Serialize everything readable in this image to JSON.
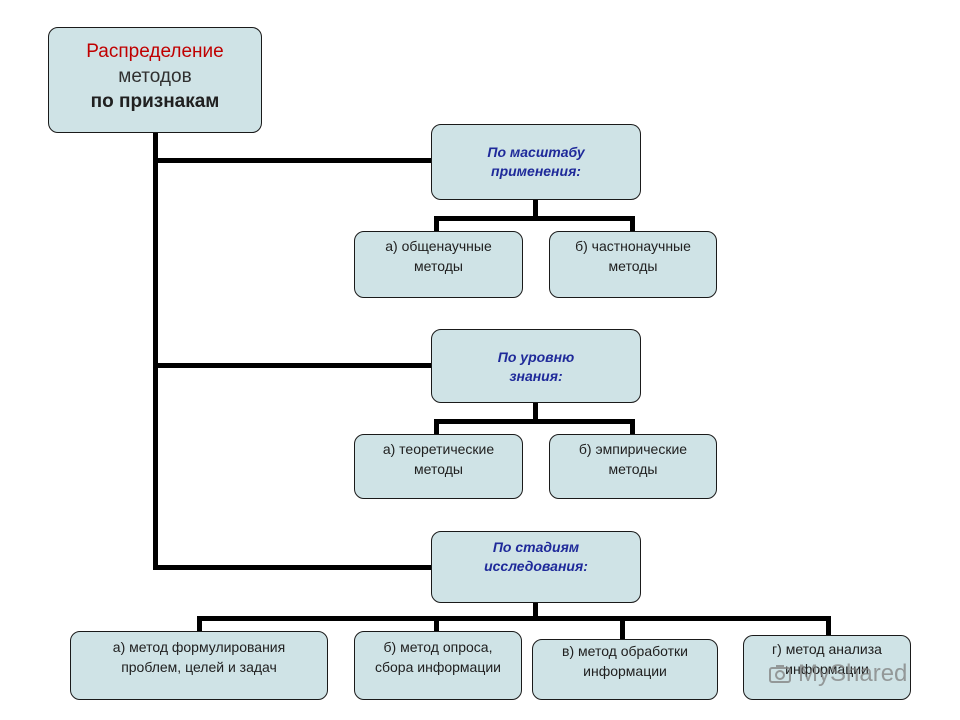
{
  "root": {
    "line1": "Распределение",
    "line2": "методов",
    "line3": "по признакам"
  },
  "categories": [
    {
      "line1": "По масштабу",
      "line2": "применения:",
      "children": [
        {
          "line1": "а) общенаучные",
          "line2": "методы"
        },
        {
          "line1": "б) частнонаучные",
          "line2": "методы"
        }
      ]
    },
    {
      "line1": "По уровню",
      "line2": "знания:",
      "children": [
        {
          "line1": "а) теоретические",
          "line2": "методы"
        },
        {
          "line1": "б) эмпирические",
          "line2": "методы"
        }
      ]
    },
    {
      "line1": "По стадиям",
      "line2": "исследования:",
      "children": [
        {
          "line1": "а) метод формулирования",
          "line2": "проблем, целей и задач"
        },
        {
          "line1": "б) метод опроса,",
          "line2": "сбора информации"
        },
        {
          "line1": "в) метод обработки",
          "line2": "информации"
        },
        {
          "line1": "г) метод анализа",
          "line2": "информации"
        }
      ]
    }
  ],
  "watermark": {
    "text": "MyShared",
    "icon": "camera-logo-icon"
  },
  "colors": {
    "box_fill": "#cfe3e6",
    "root_accent": "#c00000",
    "category_text": "#1f2a9a"
  }
}
